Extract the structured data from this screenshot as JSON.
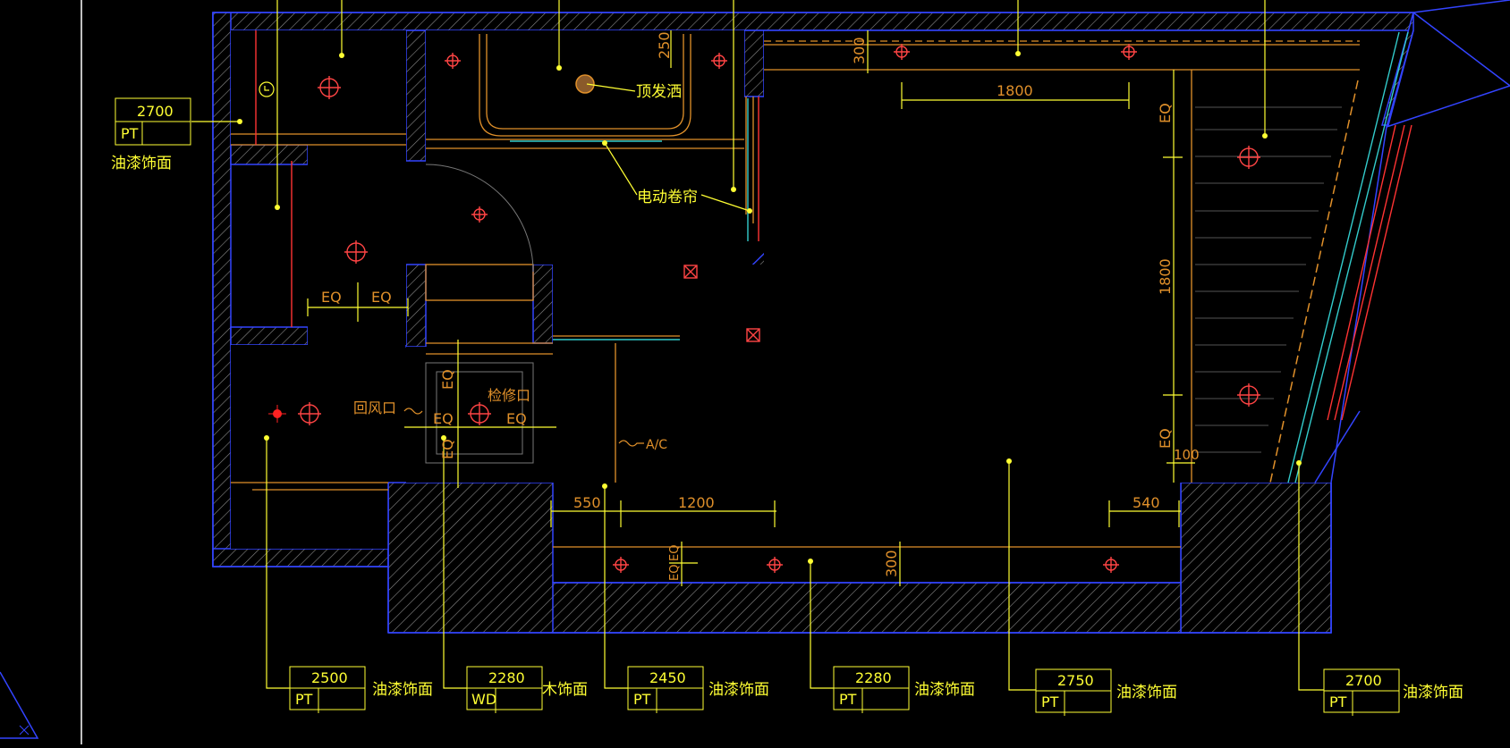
{
  "drawing": {
    "annotations": {
      "shower": "顶发洒",
      "blind": "电动卷帘",
      "return_air": "回风口",
      "access": "检修口",
      "ac": "A/C"
    },
    "dimensions": {
      "d250": "250",
      "d300a": "300",
      "d1800a": "1800",
      "eq": "EQ",
      "d1800b": "1800",
      "d100": "100",
      "d550": "550",
      "d1200": "1200",
      "d540": "540",
      "d300b": "300"
    },
    "tags": [
      {
        "height": "2700",
        "code": "PT",
        "finish": "油漆饰面"
      },
      {
        "height": "2500",
        "code": "PT",
        "finish": "油漆饰面"
      },
      {
        "height": "2280",
        "code": "WD",
        "finish": "木饰面"
      },
      {
        "height": "2450",
        "code": "PT",
        "finish": "油漆饰面"
      },
      {
        "height": "2280",
        "code": "PT",
        "finish": "油漆饰面"
      },
      {
        "height": "2750",
        "code": "PT",
        "finish": "油漆饰面"
      },
      {
        "height": "2700",
        "code": "PT",
        "finish": "油漆饰面"
      }
    ],
    "colors": {
      "wall": "#3344ff",
      "ceiling": "#e0902a",
      "leader": "#ffff33",
      "fixture": "#ff3333",
      "curtain": "#33cccc"
    }
  }
}
